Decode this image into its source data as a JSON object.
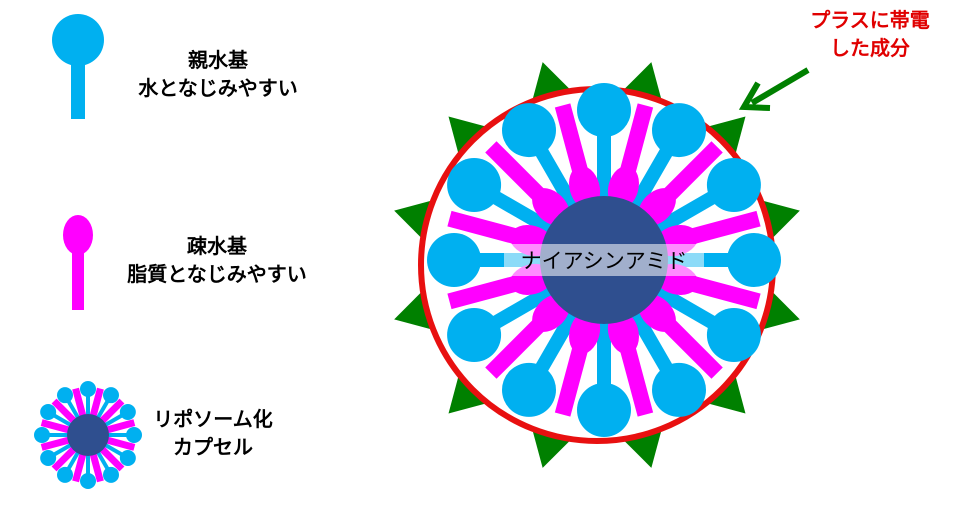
{
  "legend": {
    "hydrophilic": {
      "line1": "親水基",
      "line2": "水となじみやすい",
      "color": "#00b0f0"
    },
    "hydrophobic": {
      "line1": "疎水基",
      "line2": "脂質となじみやすい",
      "color": "#ff00ff"
    },
    "liposome": {
      "line1": "リポソーム化",
      "line2": "カプセル",
      "core_color": "#2f4f8f"
    }
  },
  "diagram": {
    "core_label": "ナイアシンアミド",
    "core_color": "#2f4f8f",
    "outer_ring_color": "#e81010",
    "spike_color": "#008000"
  },
  "annotation": {
    "line1": "プラスに帯電",
    "line2": "した成分",
    "color": "#e00000",
    "arrow_color": "#008000"
  }
}
